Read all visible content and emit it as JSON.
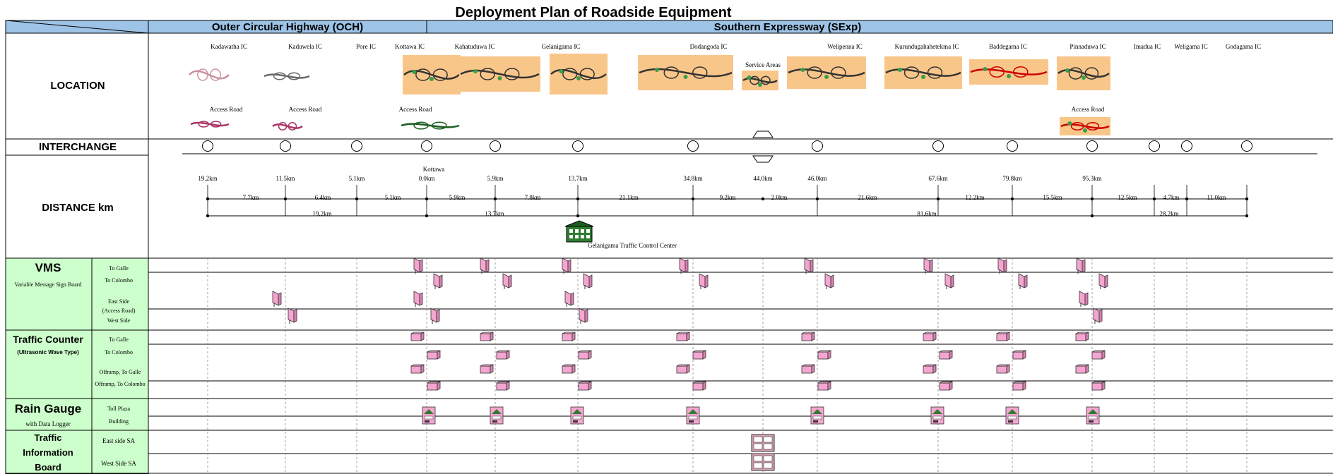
{
  "title": "Deployment Plan of Roadside Equipment",
  "sections": {
    "och": "Outer Circular Highway (OCH)",
    "sexp": "Southern Expressway (SExp)"
  },
  "rows": {
    "location": "LOCATION",
    "interchange": "INTERCHANGE",
    "distance": "DISTANCE  km",
    "vms": {
      "title": "VMS",
      "subtitle": "Variable Message Sign Board",
      "sub": [
        "To Galle",
        "To Colombo",
        "East Side",
        "(Access Road)",
        "West Side"
      ]
    },
    "counter": {
      "title": "Traffic Counter",
      "subtitle": "(Ultrasonic Wave Type)",
      "sub": [
        "To Galle",
        "To Colombo",
        "Offramp, To Galle",
        "Offramp, To Colombo"
      ]
    },
    "rain": {
      "title": "Rain Gauge",
      "subtitle": "with Data Logger",
      "sub": [
        "Toll Plaza",
        "Building"
      ]
    },
    "tib": {
      "title_lines": [
        "Traffic",
        "Information",
        "Board"
      ],
      "sub": [
        "East side SA",
        "West Side SA"
      ]
    }
  },
  "interchanges": [
    "Kadawatha IC",
    "Kaduwela IC",
    "Pore IC",
    "Kottawa IC",
    "Kahatuduwa IC",
    "Gelanigama IC",
    "Dodangoda IC",
    "Welipenna IC",
    "Kurundugahahetekma IC",
    "Baddegama IC",
    "Pinnaduwa IC",
    "Imadua IC",
    "Weligama IC",
    "Godagama IC"
  ],
  "service_areas": "Service Areas",
  "access_road": "Access Road",
  "kottawa_label": "Kottawa",
  "km_markers": [
    "19.2km",
    "11.5km",
    "5.1km",
    "0.0km",
    "5.9km",
    "13.7km",
    "34.8km",
    "44.0km",
    "46.0km",
    "67.6km",
    "79.8km",
    "95.3km"
  ],
  "segments": [
    "7.7km",
    "6.4km",
    "5.1km",
    "5.9km",
    "7.8km",
    "21.1km",
    "9.2km",
    "2.0km",
    "21.6km",
    "12.2km",
    "15.5km",
    "12.5km",
    "4.7km",
    "11.0km"
  ],
  "totals": [
    "19.2km",
    "13.7km",
    "81.6km",
    "28.2km"
  ],
  "control_center": "Gelanigama Traffic Control Center",
  "colors": {
    "header_blue": "#9dc3e6",
    "left_green": "#ccffcc",
    "equipment_pink": "#f4a6d0"
  },
  "icons": [
    "vms-sign-icon",
    "traffic-counter-icon",
    "rain-gauge-icon",
    "info-board-icon",
    "control-center-icon",
    "interchange-circle-icon",
    "service-area-hexagon-icon"
  ]
}
